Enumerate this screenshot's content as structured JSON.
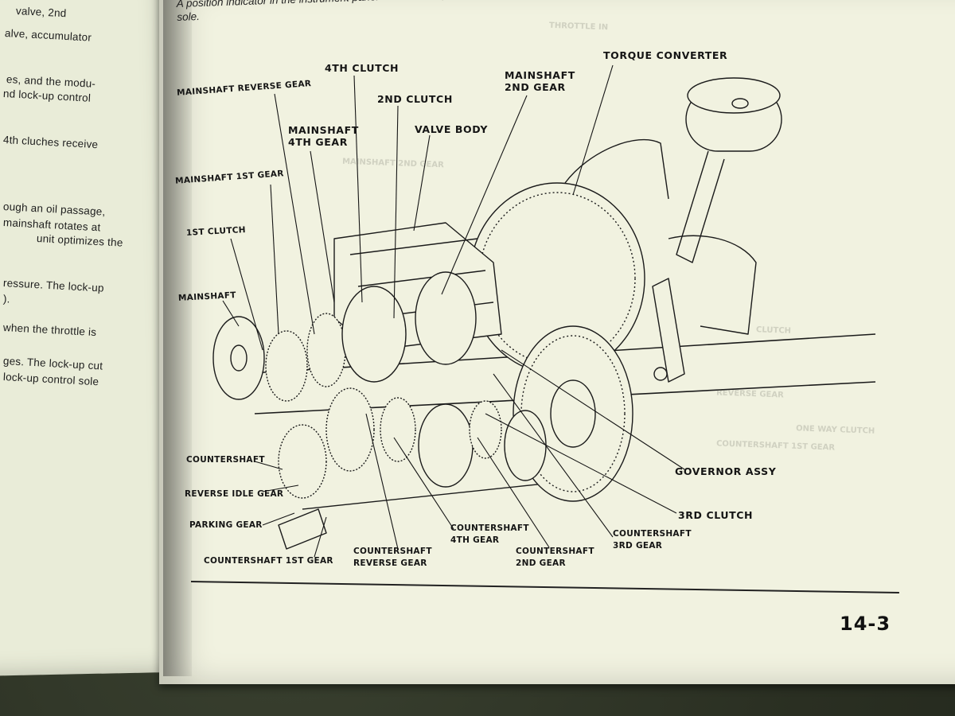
{
  "left_page": {
    "lines": [
      "valve, 2nd",
      "alve, accumulator",
      "es, and the modu-",
      "nd lock-up control",
      "4th cluches receive",
      "ough an oil passage,",
      "mainshaft rotates at",
      "unit optimizes the",
      "ressure. The lock-up",
      ").",
      "when the throttle is",
      "ges. The lock-up cut",
      "lock-up control sole"
    ]
  },
  "right_page": {
    "intro_lines": [
      "A position indicator in the instrument panel shows what gear has been selected without having to",
      "sole."
    ],
    "page_number": "14-3"
  },
  "diagram": {
    "labels": {
      "torque_converter": "TORQUE CONVERTER",
      "fourth_clutch": "4TH CLUTCH",
      "mainshaft_reverse_gear": "MAINSHAFT REVERSE GEAR",
      "second_clutch": "2ND CLUTCH",
      "mainshaft_2nd_gear_1": "MAINSHAFT",
      "mainshaft_2nd_gear_2": "2ND GEAR",
      "mainshaft_4th_gear_1": "MAINSHAFT",
      "mainshaft_4th_gear_2": "4TH GEAR",
      "valve_body": "VALVE BODY",
      "mainshaft_1st_gear": "MAINSHAFT 1ST GEAR",
      "first_clutch": "1ST CLUTCH",
      "mainshaft": "MAINSHAFT",
      "countershaft": "COUNTERSHAFT",
      "reverse_idle_gear": "REVERSE IDLE GEAR",
      "parking_gear": "PARKING GEAR",
      "countershaft_1st_gear": "COUNTERSHAFT 1ST GEAR",
      "countershaft_reverse_gear_1": "COUNTERSHAFT",
      "countershaft_reverse_gear_2": "REVERSE GEAR",
      "countershaft_4th_gear_1": "COUNTERSHAFT",
      "countershaft_4th_gear_2": "4TH GEAR",
      "countershaft_2nd_gear_1": "COUNTERSHAFT",
      "countershaft_2nd_gear_2": "2ND GEAR",
      "countershaft_3rd_gear_1": "COUNTERSHAFT",
      "countershaft_3rd_gear_2": "3RD GEAR",
      "third_clutch": "3RD CLUTCH",
      "governor_assy": "GOVERNOR ASSY"
    }
  },
  "colors": {
    "page": "#f1f2e0",
    "ink": "#151515",
    "carpet": "#2f3527"
  }
}
